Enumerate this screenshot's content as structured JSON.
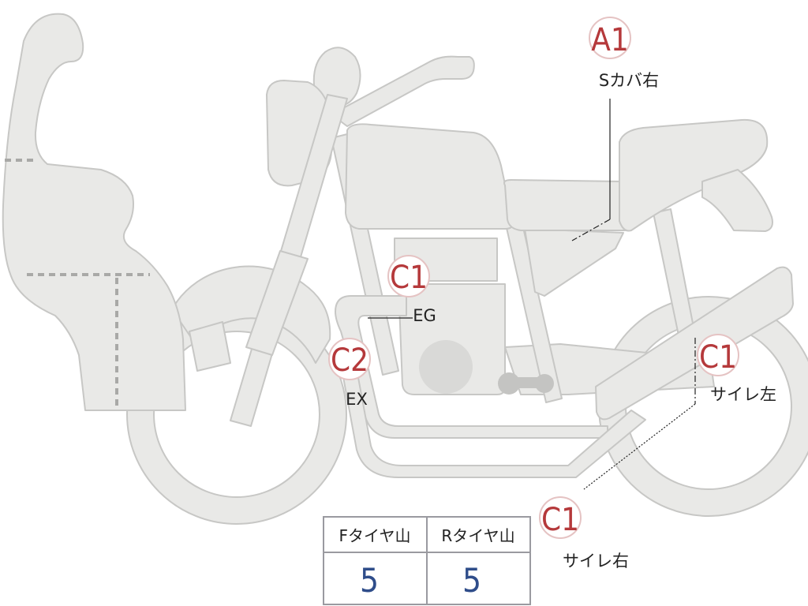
{
  "markers": [
    {
      "id": "a1-seat-cover-right",
      "grade": "A1",
      "part": "Sカバ右"
    },
    {
      "id": "c1-engine",
      "grade": "C1",
      "part": "EG"
    },
    {
      "id": "c2-exhaust",
      "grade": "C2",
      "part": "EX"
    },
    {
      "id": "c1-silencer-left",
      "grade": "C1",
      "part": "サイレ左"
    },
    {
      "id": "c1-silencer-right",
      "grade": "C1",
      "part": "サイレ右"
    }
  ],
  "tire_table": {
    "headers": [
      "Fタイヤ山",
      "Rタイヤ山"
    ],
    "values": [
      "5",
      "5"
    ]
  },
  "colors": {
    "body_fill": "#e9e9e7",
    "body_stroke": "#c7c7c5",
    "grade_text": "#b5393b",
    "value_text": "#2f4d8a"
  }
}
